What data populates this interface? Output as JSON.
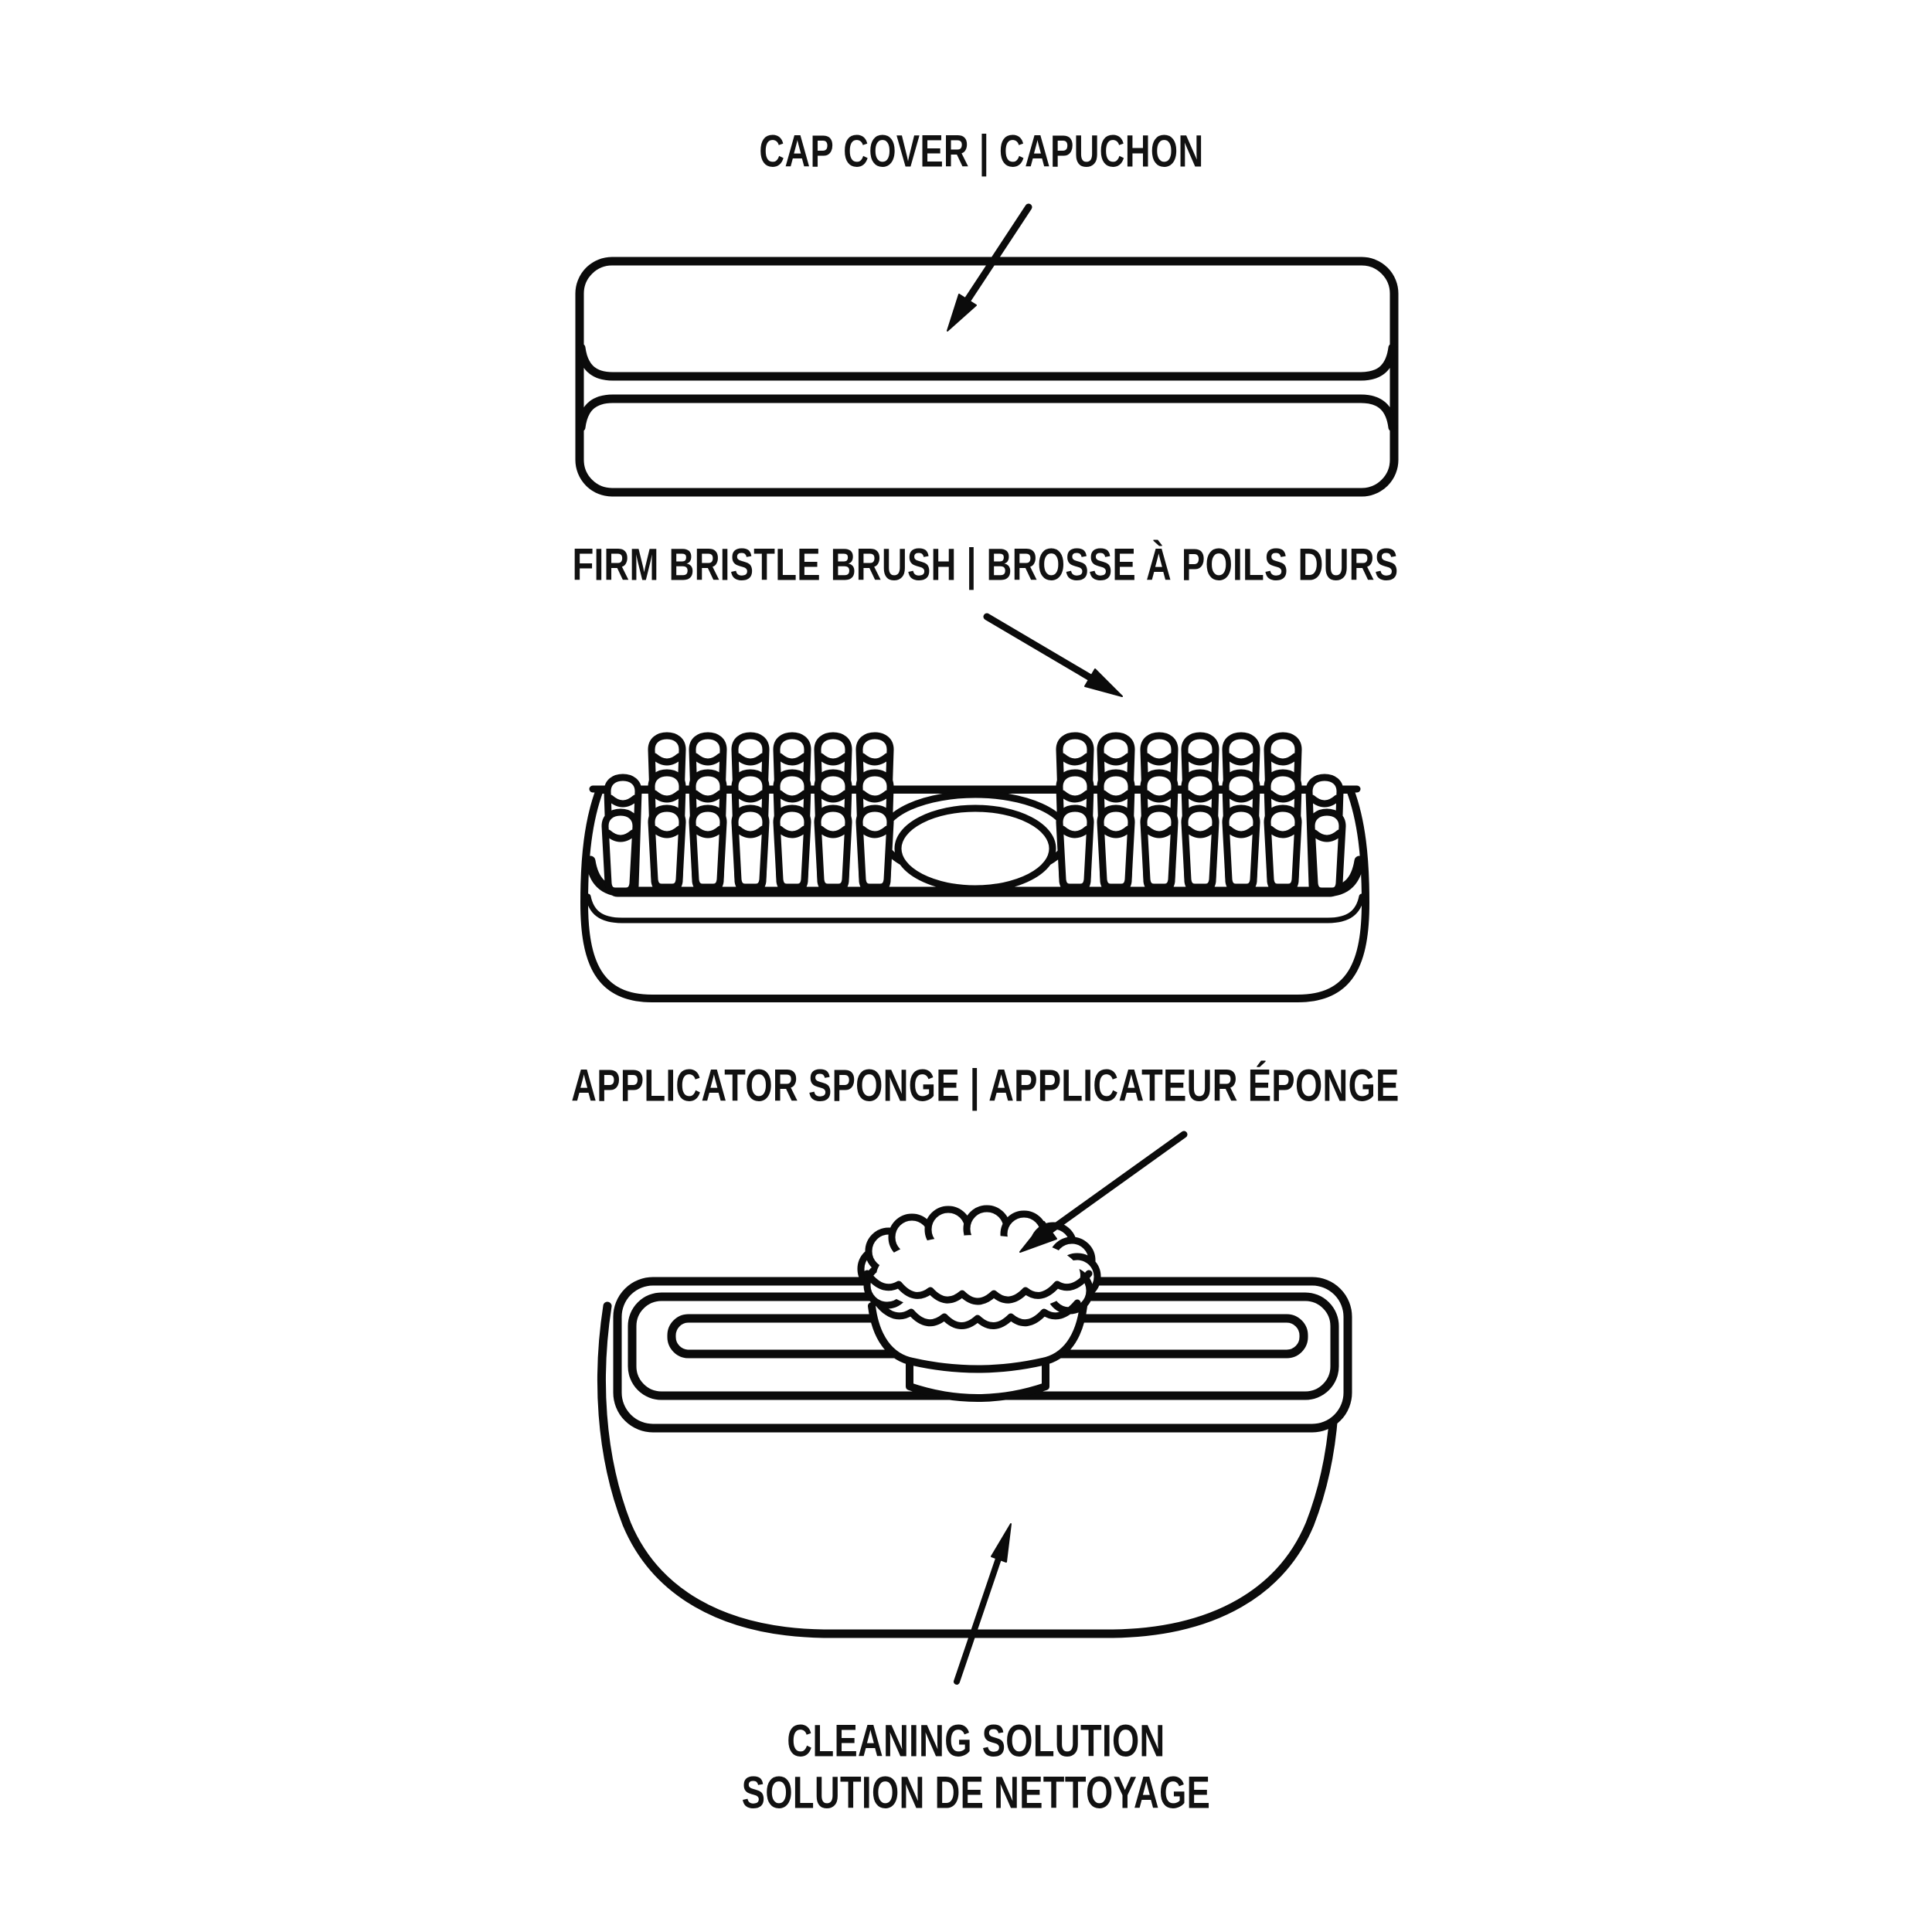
{
  "diagram": {
    "title": "cleaning kit parts diagram",
    "background": "#ffffff",
    "ink_color": "#0b0b0b",
    "parts": [
      {
        "id": "cap-cover",
        "label_en": "CAP COVER",
        "label_fr": "CAPUCHON"
      },
      {
        "id": "firm-bristle-brush",
        "label_en": "FIRM BRISTLE BRUSH",
        "label_fr": "BROSSE À POILS DURS"
      },
      {
        "id": "applicator-sponge",
        "label_en": "APPLICATOR SPONGE",
        "label_fr": "APPLICATEUR ÉPONGE"
      },
      {
        "id": "cleaning-solution",
        "label_en": "CLEANING SOLUTION",
        "label_fr": "SOLUTION DE NETTOYAGE"
      }
    ]
  },
  "labels": {
    "cap_cover": "CAP COVER | CAPUCHON",
    "firm_bristle_brush": "FIRM BRISTLE BRUSH | BROSSE À POILS DURS",
    "applicator_sponge": "APPLICATOR SPONGE | APPLICATEUR ÉPONGE",
    "cleaning_solution_line1": "CLEANING SOLUTION",
    "cleaning_solution_line2": "SOLUTION DE NETTOYAGE"
  }
}
